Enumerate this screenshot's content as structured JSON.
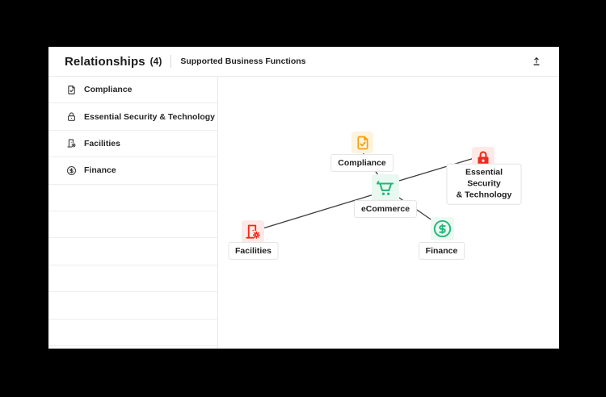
{
  "header": {
    "title": "Relationships",
    "count": "(4)",
    "subtitle": "Supported Business Functions",
    "export_icon": "arrow-up-from-line-icon"
  },
  "sidebar": {
    "items": [
      {
        "label": "Compliance",
        "icon": "file-check-icon"
      },
      {
        "label": "Essential Security & Technology",
        "icon": "lock-icon"
      },
      {
        "label": "Facilities",
        "icon": "building-gear-icon"
      },
      {
        "label": "Finance",
        "icon": "dollar-circle-icon"
      }
    ],
    "empty_rows": 6
  },
  "graph": {
    "nodes": [
      {
        "id": "compliance",
        "label": "Compliance",
        "icon": "file-check-icon",
        "accent": "#f5a010",
        "bg": "#fdf3de"
      },
      {
        "id": "ecommerce",
        "label": "eCommerce",
        "icon": "shopping-cart-icon",
        "accent": "#1fb978",
        "bg": "#e9f8f0"
      },
      {
        "id": "essential-security",
        "label": "Essential Security\n& Technology",
        "icon": "lock-icon",
        "accent": "#f02a1c",
        "bg": "#fdeae8"
      },
      {
        "id": "facilities",
        "label": "Facilities",
        "icon": "building-gear-icon",
        "accent": "#f02a1c",
        "bg": "#fdeae8"
      },
      {
        "id": "finance",
        "label": "Finance",
        "icon": "dollar-circle-icon",
        "accent": "#1fb978",
        "bg": "#edfaf3"
      }
    ],
    "edges": [
      {
        "from": "ecommerce",
        "to": "compliance"
      },
      {
        "from": "ecommerce",
        "to": "essential-security"
      },
      {
        "from": "ecommerce",
        "to": "facilities"
      },
      {
        "from": "ecommerce",
        "to": "finance"
      }
    ]
  },
  "colors": {
    "canvas_bg": "#000000",
    "panel_bg": "#ffffff",
    "divider": "#e9e9e9",
    "edge_line": "#3d3d3d",
    "text_primary": "#1f1f1f",
    "orange_accent": "#f5a010",
    "orange_bg": "#fdf3de",
    "green_accent": "#1fb978",
    "green_bg": "#e9f8f0",
    "green_bg_light": "#edfaf3",
    "red_accent": "#f02a1c",
    "red_bg": "#fdeae8"
  }
}
